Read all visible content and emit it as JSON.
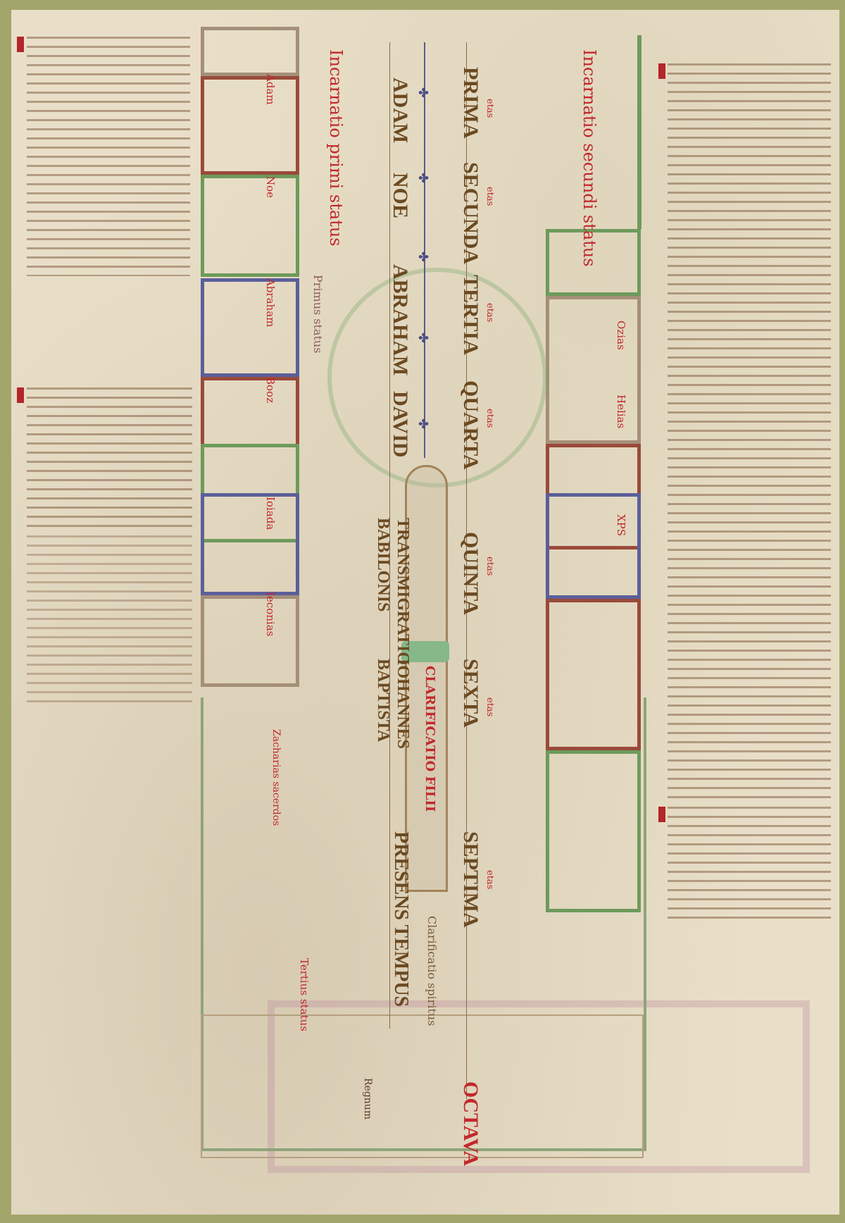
{
  "etas_label": "etas",
  "ages": [
    "PRIMA",
    "SECUNDA",
    "TERTIA",
    "QUARTA",
    "QUINTA",
    "SEXTA",
    "SEPTIMA",
    "OCTAVA"
  ],
  "epochs": [
    "ADAM",
    "NOE",
    "ABRAHAM",
    "DAVID",
    "TRANSMIGRATIO BABILONIS",
    "IOHANNES BAPTISTA",
    "PRESENS TEMPUS"
  ],
  "captions": {
    "incarnatio_primi": "Incarnatio primi status",
    "primus_status": "Primus status",
    "clarificatio": "CLARIFICATIO FILII",
    "incarnatio_secundi": "Incarnatio secundi status",
    "clarificatio_spiritus": "Clarificatio spiritus",
    "tertius_status": "Tertius status",
    "zacharias": "Zacharias sacerdos",
    "regnum": "Regnum"
  },
  "left_ladder": [
    "Adam",
    "Noe",
    "Abraham",
    "Booz",
    "Ioiada",
    "Ieconias",
    "Zacharias"
  ],
  "right_ladder": [
    "Ozias",
    "Helias",
    "XPS"
  ],
  "colors": {
    "background": "#a3a66b",
    "parchment": "#e9dfc8",
    "rubric": "#c1282c",
    "green": "#6e9a5c",
    "blue": "#5b5f9a"
  }
}
